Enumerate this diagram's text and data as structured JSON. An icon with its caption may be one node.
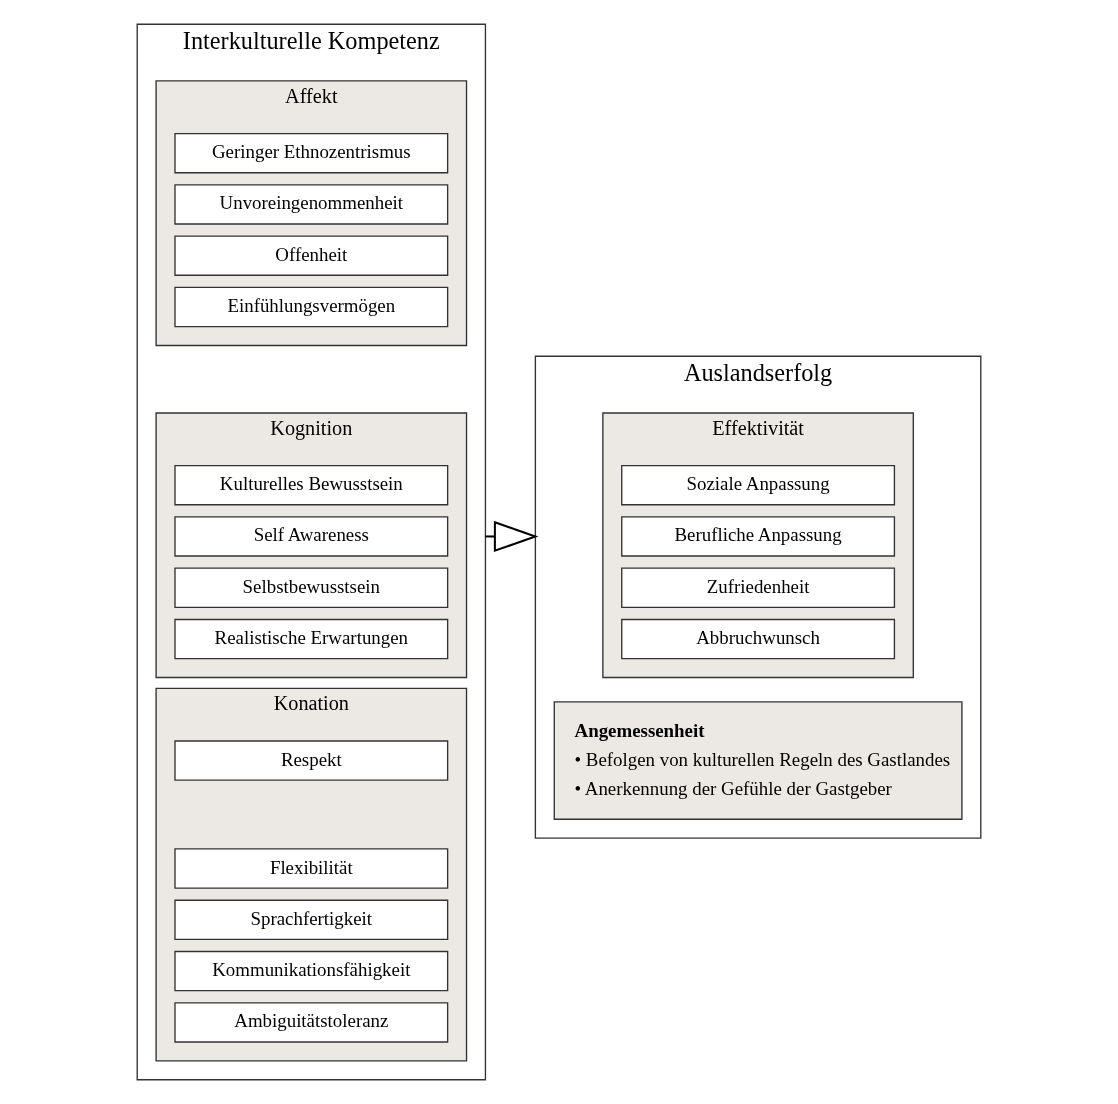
{
  "diagram": {
    "nodes": [
      {
        "text": [
          "Interkulturelle Kompetenz"
        ]
      },
      {
        "text": [
          "Affekt"
        ],
        "in": 0
      },
      {
        "text": [
          "Geringer Ethnozentrismus"
        ],
        "in": 1
      },
      {
        "text": [
          "Unvoreingenommenheit"
        ],
        "in": 1
      },
      {
        "text": [
          "Offenheit"
        ],
        "in": 1
      },
      {
        "text": [
          "Einfühlungsvermögen"
        ],
        "in": 1
      },
      {
        "text": [
          "Kognition"
        ],
        "in": 0
      },
      {
        "text": [
          "Kulturelles Bewusstsein"
        ],
        "in": 6
      },
      {
        "text": [
          "Self Awareness"
        ],
        "in": 6
      },
      {
        "text": [
          "Selbstbewusstsein"
        ],
        "in": 6
      },
      {
        "text": [
          "Realistische Erwartungen"
        ],
        "in": 6
      },
      {
        "text": [
          "Konation"
        ],
        "in": 0
      },
      {
        "text": [
          "Respekt"
        ],
        "in": 11
      },
      {
        "text": [
          "Flexibilität"
        ],
        "in": 11
      },
      {
        "text": [
          "Sprachfertigkeit"
        ],
        "in": 11
      },
      {
        "text": [
          "Kommunikationsfähigkeit"
        ],
        "in": 11
      },
      {
        "text": [
          "Ambiguitätstoleranz"
        ],
        "in": 11
      },
      {
        "text": [
          "Auslandserfolg"
        ]
      },
      {
        "text": [
          "Effektivität"
        ],
        "in": 17
      },
      {
        "text": [
          "Soziale Anpassung"
        ],
        "in": 18
      },
      {
        "text": [
          "Berufliche Anpassung"
        ],
        "in": 18
      },
      {
        "text": [
          "Zufriedenheit"
        ],
        "in": 18
      },
      {
        "text": [
          "Abbruchwunsch"
        ],
        "in": 18
      },
      {
        "text": [
          "Angemessenheit",
          "• Befolgen von kulturellen Regeln des Gastlandes",
          "• Anerkennung der Gefühle der Gastgeber"
        ],
        "in": 17
      }
    ],
    "edges": [
      {
        "from": 0,
        "to": 17,
        "arrow": "to"
      }
    ]
  }
}
